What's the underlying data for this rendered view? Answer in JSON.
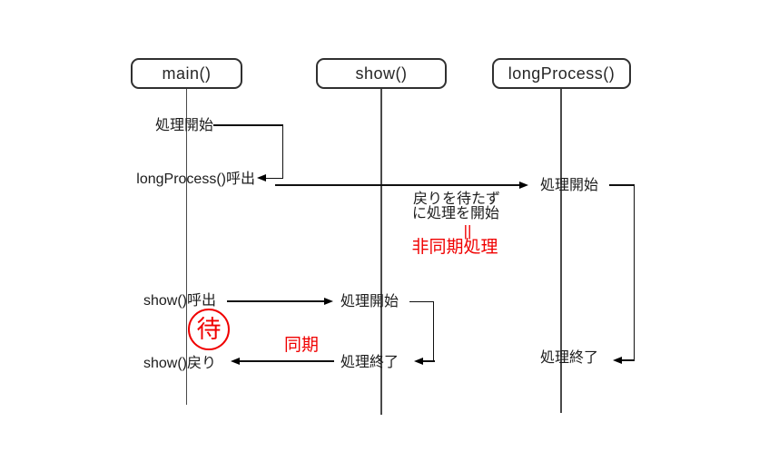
{
  "diagram": {
    "type": "sequence-diagram",
    "lifelines": [
      {
        "id": "main",
        "label": "main()"
      },
      {
        "id": "show",
        "label": "show()"
      },
      {
        "id": "longProcess",
        "label": "longProcess()"
      }
    ],
    "messages": {
      "main_process_start": "処理開始",
      "longprocess_call": "longProcess()呼出",
      "longprocess_start": "処理開始",
      "longprocess_end": "処理終了",
      "show_call": "show()呼出",
      "show_start": "処理開始",
      "show_end": "処理終了",
      "show_return": "show()戻り"
    },
    "annotations": {
      "async_note_line1": "戻りを待たず",
      "async_note_line2": "に処理を開始",
      "async_equals": "||",
      "async_label": "非同期処理",
      "sync_label": "同期",
      "wait_label": "待"
    },
    "colors": {
      "line": "#101010",
      "lifeline": "#4a4a4a",
      "annotation_red": "#f00000",
      "background": "#ffffff"
    }
  }
}
